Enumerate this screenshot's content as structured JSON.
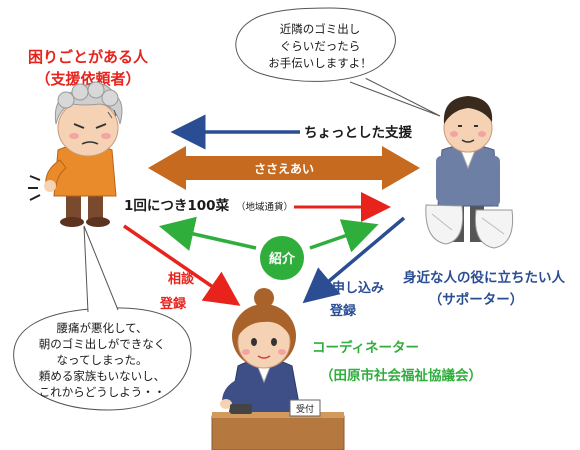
{
  "requester": {
    "title": "困りごとがある人",
    "subtitle": "（支援依頼者）"
  },
  "requester_bubble": {
    "lines": [
      "腰痛が悪化して、",
      "朝のゴミ出しができなく",
      "なってしまった。",
      "頼める家族もいないし、",
      "これからどうしよう・・"
    ]
  },
  "supporter_bubble": {
    "lines": [
      "近隣のゴミ出し",
      "ぐらいだったら",
      "お手伝いしますよ！"
    ]
  },
  "supporter": {
    "title": "身近な人の役に立ちたい人",
    "subtitle": "（サポーター）"
  },
  "coordinator": {
    "title": "コーディネーター",
    "subtitle": "（田原市社会福祉協議会）",
    "desk_sign": "受付"
  },
  "arrows": {
    "small_support": "ちょっとした支援",
    "mutual": "ささえあい",
    "fee_main": "1回につき100菜",
    "fee_note": "（地域通貨）",
    "introduce": "紹介",
    "left_line1": "相談",
    "left_line2": "登録",
    "right_line1": "申し込み",
    "right_line2": "登録"
  },
  "colors": {
    "red": "#e8231c",
    "blue": "#2a4d93",
    "orange": "#c56a1e",
    "green": "#2fae3c"
  }
}
